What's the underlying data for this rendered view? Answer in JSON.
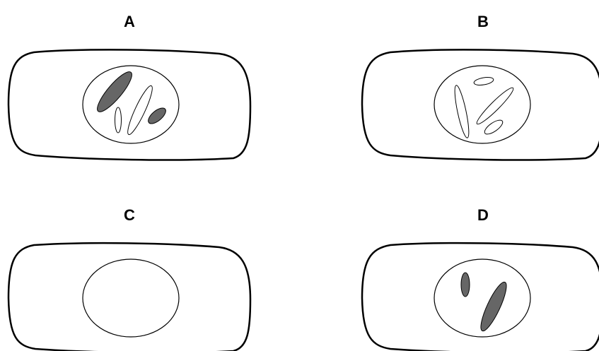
{
  "panels": [
    {
      "label": "A",
      "dark_count": 2,
      "light_count": 2
    },
    {
      "label": "B",
      "dark_count": 0,
      "light_count": 4
    },
    {
      "label": "C",
      "dark_count": 0,
      "light_count": 0
    },
    {
      "label": "D",
      "dark_count": 2,
      "light_count": 0
    }
  ],
  "colors": {
    "outline": "#000000",
    "chromosome_dark": "#666666",
    "chromosome_light": "#ffffff",
    "background": "#ffffff"
  }
}
